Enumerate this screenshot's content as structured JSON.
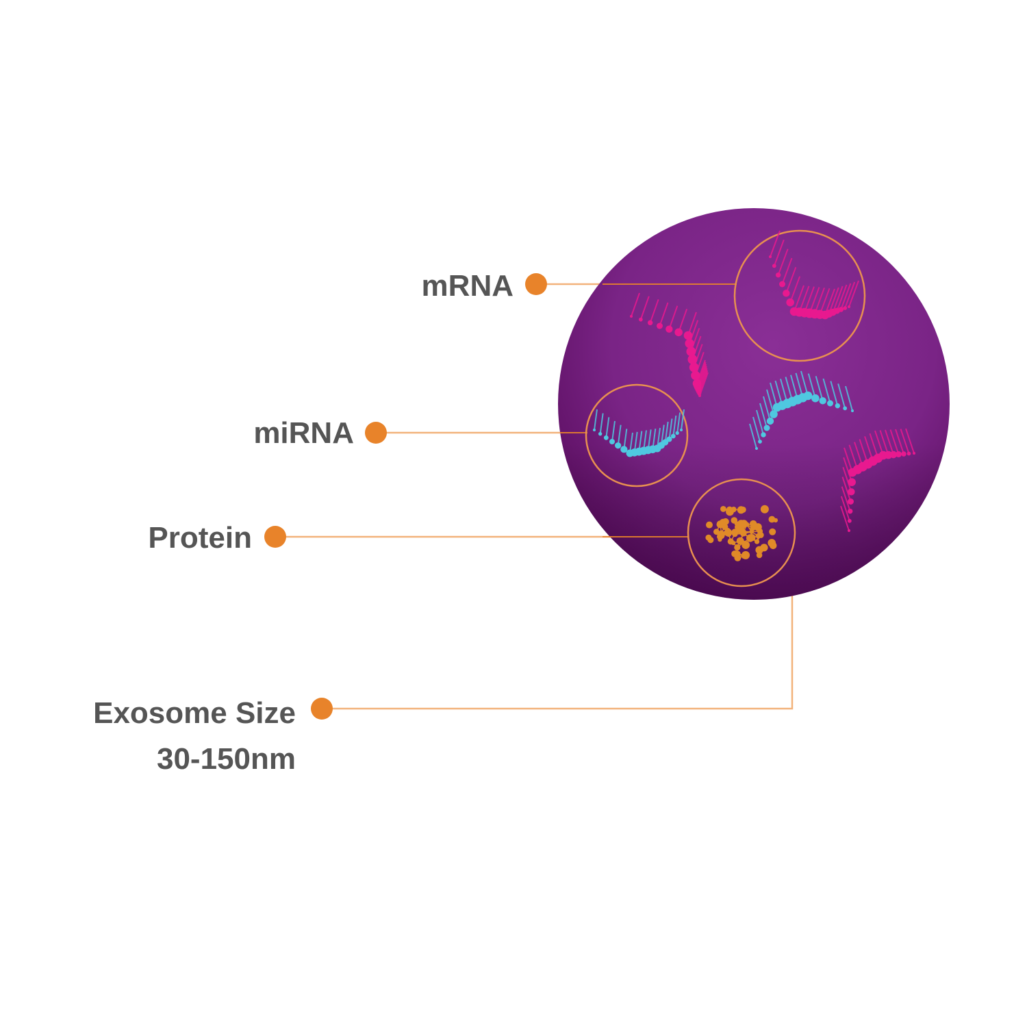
{
  "labels": {
    "mrna": "mRNA",
    "mirna": "miRNA",
    "protein": "Protein",
    "size_line1": "Exosome Size",
    "size_line2": "30-150nm"
  },
  "colors": {
    "label_text": "#555555",
    "callout_dot": "#e8832a",
    "callout_line": "#f2b27a",
    "sphere_light": "#8a2f96",
    "sphere_mid": "#742080",
    "sphere_dark": "#520a55",
    "mrna_strand": "#e8198f",
    "mirna_strand": "#4fc8e0",
    "protein_cluster": "#e08a28",
    "magnifier_ring": "#e89050"
  },
  "icons": {
    "sphere": "exosome-sphere-icon",
    "mrna": "mrna-strand-icon",
    "mirna": "mirna-strand-icon",
    "protein": "protein-cluster-icon"
  }
}
